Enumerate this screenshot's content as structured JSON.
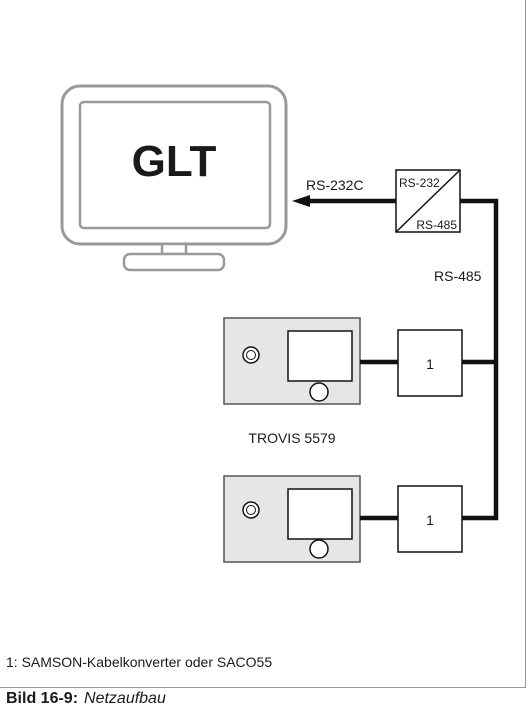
{
  "monitor": {
    "label": "GLT"
  },
  "converter": {
    "top_label": "RS-232",
    "bottom_label": "RS-485"
  },
  "links": {
    "rs232c": "RS-232C",
    "rs485": "RS-485"
  },
  "device": {
    "name": "TROVIS 5579"
  },
  "cable_box": {
    "label": "1"
  },
  "legend": {
    "text": "1: SAMSON-Kabelkonverter oder SACO55"
  },
  "caption": {
    "number": "Bild 16-9:",
    "title": "Netzaufbau"
  },
  "colors": {
    "device_fill": "#e6e6e6",
    "line": "#111111",
    "monitor_stroke": "#9a9a9a"
  }
}
